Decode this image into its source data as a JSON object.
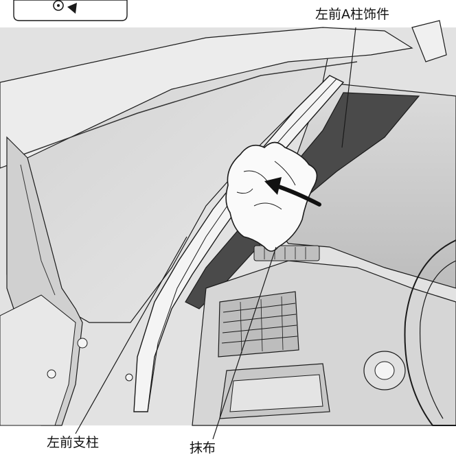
{
  "labels": {
    "a_pillar_trim": "左前A柱饰件",
    "front_pillar": "左前支柱",
    "cloth": "抹布"
  },
  "icons": {
    "inset": "rotate-arrow-icon",
    "direction": "curved-arrow-icon"
  },
  "colors": {
    "line": "#1a1a1a",
    "surface_light": "#e6e6e6",
    "surface_mid": "#cfcfcf",
    "surface_dark": "#4a4a4a",
    "glass": "#d9d9d9",
    "cloth": "#fafafa"
  }
}
